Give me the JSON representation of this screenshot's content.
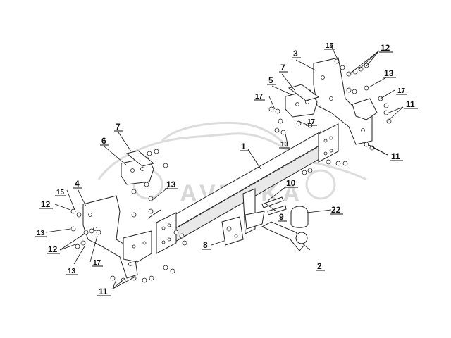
{
  "diagram": {
    "watermark": {
      "text": "AVTOKA"
    },
    "callouts": [
      {
        "id": "c1",
        "label": "1"
      },
      {
        "id": "c2",
        "label": "2"
      },
      {
        "id": "c3",
        "label": "3"
      },
      {
        "id": "c4",
        "label": "4"
      },
      {
        "id": "c5",
        "label": "5"
      },
      {
        "id": "c6",
        "label": "6"
      },
      {
        "id": "c7a",
        "label": "7"
      },
      {
        "id": "c7b",
        "label": "7"
      },
      {
        "id": "c8",
        "label": "8"
      },
      {
        "id": "c9",
        "label": "9"
      },
      {
        "id": "c10",
        "label": "10"
      },
      {
        "id": "c11a",
        "label": "11"
      },
      {
        "id": "c11b",
        "label": "11"
      },
      {
        "id": "c11c",
        "label": "11"
      },
      {
        "id": "c12a",
        "label": "12"
      },
      {
        "id": "c12b",
        "label": "12"
      },
      {
        "id": "c12c",
        "label": "12"
      },
      {
        "id": "c13a",
        "label": "13"
      },
      {
        "id": "c13b",
        "label": "13"
      },
      {
        "id": "c13c",
        "label": "13"
      },
      {
        "id": "c13d",
        "label": "13"
      },
      {
        "id": "c13e",
        "label": "13"
      },
      {
        "id": "c15a",
        "label": "15"
      },
      {
        "id": "c15b",
        "label": "15"
      },
      {
        "id": "c17a",
        "label": "17"
      },
      {
        "id": "c17b",
        "label": "17"
      },
      {
        "id": "c17c",
        "label": "17"
      },
      {
        "id": "c17d",
        "label": "17"
      },
      {
        "id": "c22",
        "label": "22"
      }
    ]
  }
}
